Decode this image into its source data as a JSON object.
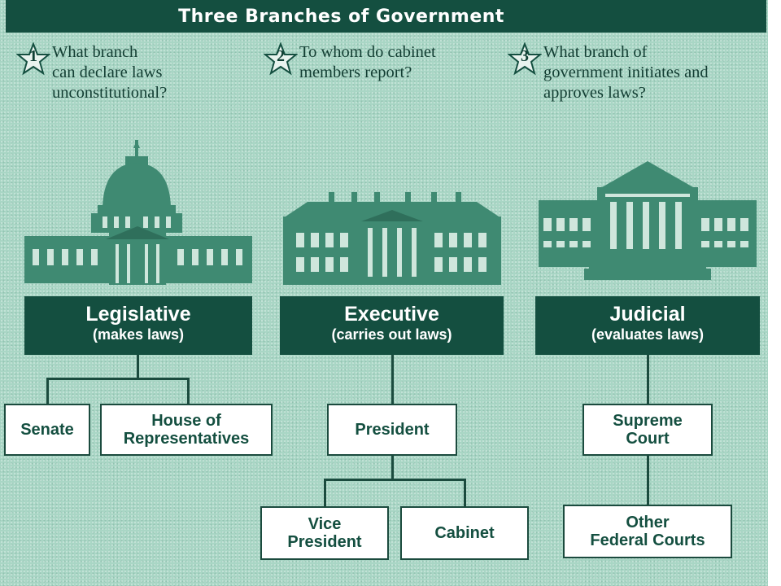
{
  "title": "Three Branches of Government",
  "questions": [
    {
      "number": "1",
      "text": "What branch\ncan declare laws\nunconstitutional?"
    },
    {
      "number": "2",
      "text": "To whom do cabinet\nmembers report?"
    },
    {
      "number": "3",
      "text": "What branch of\ngovernment initiates and\napproves laws?"
    }
  ],
  "branches": {
    "legislative": {
      "name": "Legislative",
      "role": "(makes laws)",
      "children": [
        "Senate",
        "House of\nRepresentatives"
      ]
    },
    "executive": {
      "name": "Executive",
      "role": "(carries out laws)",
      "head": "President",
      "children": [
        "Vice\nPresident",
        "Cabinet"
      ]
    },
    "judicial": {
      "name": "Judicial",
      "role": "(evaluates laws)",
      "head": "Supreme\nCourt",
      "children": [
        "Other\nFederal Courts"
      ]
    }
  },
  "colors": {
    "background": "#a9d6c5",
    "dark_green": "#144f40",
    "building_green": "#3f8a72"
  }
}
